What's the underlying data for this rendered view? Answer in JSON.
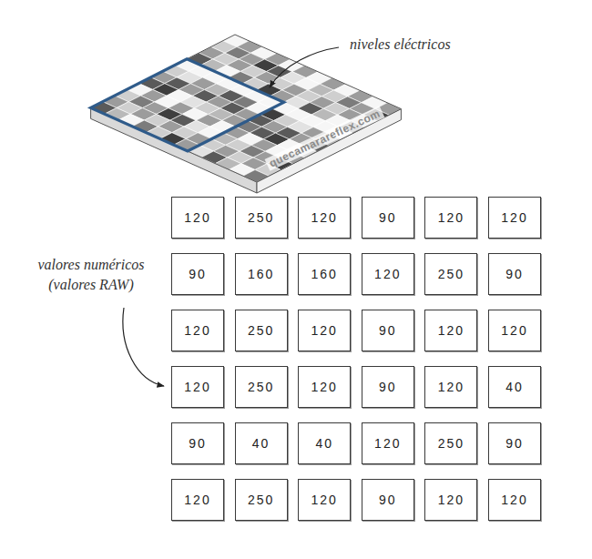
{
  "diagram": {
    "nodes": [
      {
        "text": [
          "120"
        ]
      },
      {
        "text": [
          "250"
        ]
      },
      {
        "text": [
          "120"
        ]
      },
      {
        "text": [
          "90"
        ]
      },
      {
        "text": [
          "120"
        ]
      },
      {
        "text": [
          "120"
        ]
      },
      {
        "text": [
          "90"
        ]
      },
      {
        "text": [
          "160"
        ]
      },
      {
        "text": [
          "160"
        ]
      },
      {
        "text": [
          "120"
        ]
      },
      {
        "text": [
          "250"
        ]
      },
      {
        "text": [
          "90"
        ]
      },
      {
        "text": [
          "120"
        ]
      },
      {
        "text": [
          "250"
        ]
      },
      {
        "text": [
          "120"
        ]
      },
      {
        "text": [
          "90"
        ]
      },
      {
        "text": [
          "120"
        ]
      },
      {
        "text": [
          "120"
        ]
      },
      {
        "text": [
          "120"
        ]
      },
      {
        "text": [
          "250"
        ]
      },
      {
        "text": [
          "120"
        ]
      },
      {
        "text": [
          "90"
        ]
      },
      {
        "text": [
          "120"
        ]
      },
      {
        "text": [
          "40"
        ]
      },
      {
        "text": [
          "90"
        ]
      },
      {
        "text": [
          "40"
        ]
      },
      {
        "text": [
          "40"
        ]
      },
      {
        "text": [
          "120"
        ]
      },
      {
        "text": [
          "250"
        ]
      },
      {
        "text": [
          "90"
        ]
      },
      {
        "text": [
          "120"
        ]
      },
      {
        "text": [
          "250"
        ]
      },
      {
        "text": [
          "120"
        ]
      },
      {
        "text": [
          "90"
        ]
      },
      {
        "text": [
          "120"
        ]
      },
      {
        "text": [
          "120"
        ]
      }
    ],
    "labels": [
      "niveles eléctricos",
      "valores numéricos (valores RAW)",
      "quecamarareflex.com"
    ]
  }
}
